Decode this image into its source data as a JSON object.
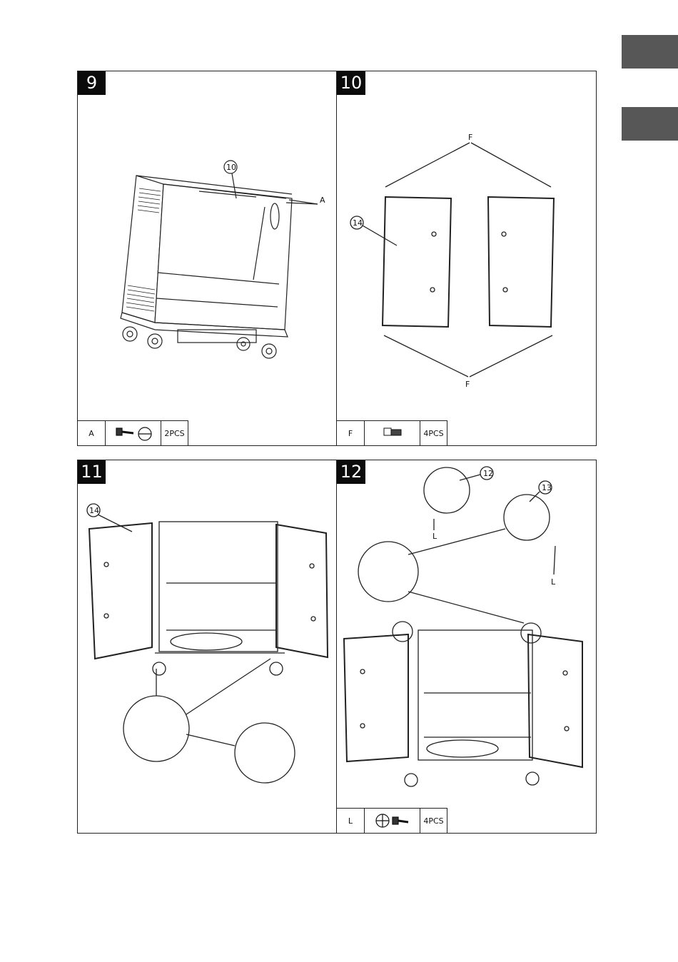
{
  "side_tabs": [
    {
      "id": "tab-1"
    },
    {
      "id": "tab-2"
    }
  ],
  "steps": [
    {
      "number": "9",
      "parts": {
        "letter": "A",
        "qty": "2PCS",
        "icon": "screw-and-washer-icon"
      },
      "callouts": {
        "part": "10",
        "letter": "A"
      }
    },
    {
      "number": "10",
      "parts": {
        "letter": "F",
        "qty": "4PCS",
        "icon": "pin-bolt-icon"
      },
      "callouts": {
        "part": "14",
        "top_letter": "F",
        "bottom_letter": "F"
      }
    },
    {
      "number": "11",
      "callouts": {
        "part": "14"
      }
    },
    {
      "number": "12",
      "parts": {
        "letter": "L",
        "qty": "4PCS",
        "icon": "phillips-screw-icon"
      },
      "callouts": {
        "part_a": "12",
        "part_b": "13",
        "letter_a": "L",
        "letter_b": "L"
      }
    }
  ]
}
